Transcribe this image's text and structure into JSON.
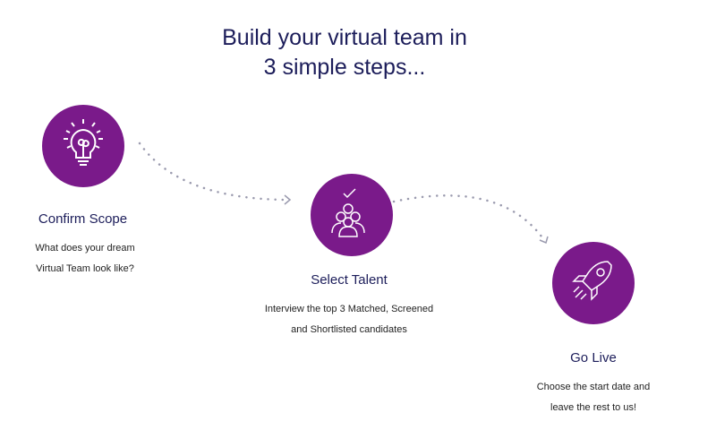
{
  "heading": {
    "line1": "Build your virtual team in",
    "line2": "3 simple steps..."
  },
  "steps": [
    {
      "title": "Confirm Scope",
      "desc1": "What does your dream",
      "desc2": "Virtual Team look like?",
      "icon": "lightbulb-icon"
    },
    {
      "title": "Select Talent",
      "desc1": "Interview the top 3 Matched, Screened",
      "desc2": "and Shortlisted candidates",
      "icon": "team-check-icon"
    },
    {
      "title": "Go Live",
      "desc1": "Choose the start date and",
      "desc2": "leave the rest to us!",
      "icon": "rocket-icon"
    }
  ],
  "colors": {
    "accent": "#7a1a8a",
    "heading": "#1c1d5a"
  }
}
